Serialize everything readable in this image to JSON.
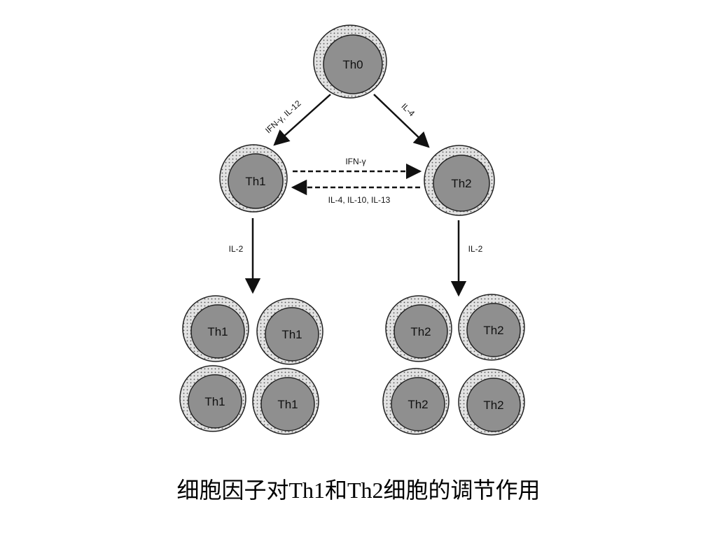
{
  "cells": {
    "th0": "Th0",
    "th1": "Th1",
    "th2": "Th2"
  },
  "edges": {
    "th0_to_th1": "IFN-γ, IL-12",
    "th0_to_th2": "IL-4",
    "th1_to_th2": "IFN-γ",
    "th2_to_th1": "IL-4, IL-10, IL-13",
    "th1_expand": "IL-2",
    "th2_expand": "IL-2"
  },
  "clusters": {
    "th1": [
      "Th1",
      "Th1",
      "Th1",
      "Th1"
    ],
    "th2": [
      "Th2",
      "Th2",
      "Th2",
      "Th2"
    ]
  },
  "caption": "细胞因子对Th1和Th2细胞的调节作用",
  "colors": {
    "membrane": "#d6d6d6",
    "nucleus": "#8f8f8f",
    "line": "#111111"
  }
}
